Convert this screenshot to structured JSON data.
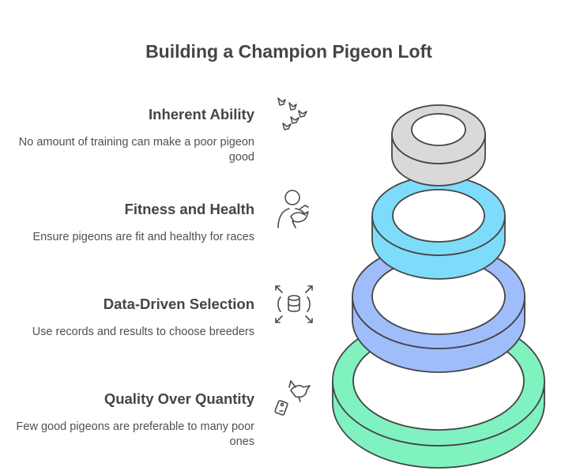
{
  "title": "Building a Champion Pigeon Loft",
  "items": [
    {
      "heading": "Inherent Ability",
      "description": "No amount of training can make a poor pigeon good",
      "icon": "birds-flock-icon",
      "ring_color": "#d9d9d9"
    },
    {
      "heading": "Fitness and Health",
      "description": "Ensure pigeons are fit and healthy for races",
      "icon": "person-holding-pigeon-icon",
      "ring_color": "#7ddcf9"
    },
    {
      "heading": "Data-Driven Selection",
      "description": "Use records and results to choose breeders",
      "icon": "database-expand-icon",
      "ring_color": "#a0bdfb"
    },
    {
      "heading": "Quality Over Quantity",
      "description": "Few good pigeons are preferable to many poor ones",
      "icon": "bird-and-tag-icon",
      "ring_color": "#7ff2c0"
    }
  ]
}
